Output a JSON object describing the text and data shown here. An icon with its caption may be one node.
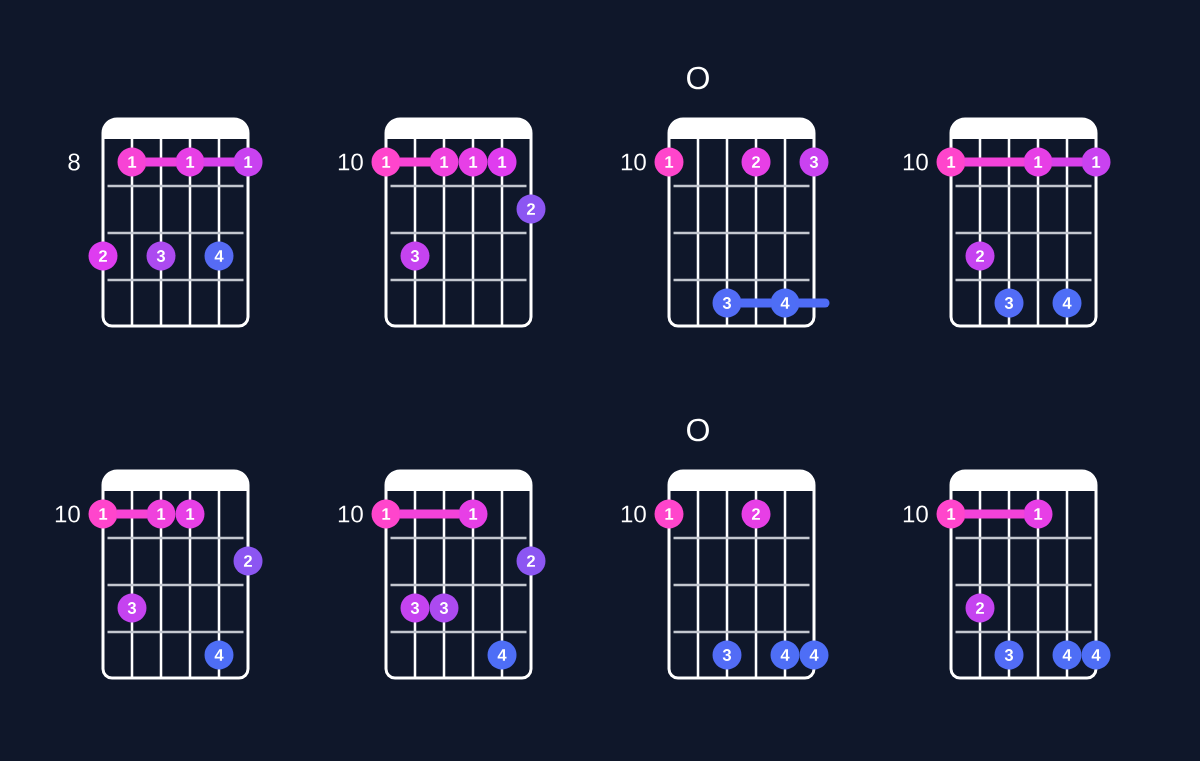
{
  "diagram": {
    "nodes": [
      {
        "text": [],
        "shape": "box"
      },
      {
        "text": [
          "1"
        ],
        "in": 0
      },
      {
        "text": [
          "1"
        ],
        "in": 0
      },
      {
        "text": [
          "1"
        ]
      },
      {
        "text": [
          "2"
        ]
      },
      {
        "text": [
          "3"
        ],
        "in": 0
      },
      {
        "text": [
          "4"
        ],
        "in": 0
      },
      {
        "text": [],
        "shape": "box"
      },
      {
        "text": [
          "1"
        ]
      },
      {
        "text": [
          "1"
        ],
        "in": 7
      },
      {
        "text": [
          "1"
        ],
        "in": 7
      },
      {
        "text": [
          "1"
        ],
        "in": 7
      },
      {
        "text": [
          "2"
        ]
      },
      {
        "text": [
          "3"
        ],
        "in": 7
      },
      {
        "text": [],
        "shape": "box",
        "beside": [
          "O"
        ]
      },
      {
        "text": [
          "1"
        ]
      },
      {
        "text": [
          "2"
        ],
        "in": 14
      },
      {
        "text": [
          "3"
        ]
      },
      {
        "text": [
          "3"
        ],
        "in": 14
      },
      {
        "text": [
          "4"
        ],
        "in": 14
      },
      {
        "text": [],
        "shape": "box"
      },
      {
        "text": [
          "1"
        ]
      },
      {
        "text": [
          "1"
        ],
        "in": 20
      },
      {
        "text": [
          "1"
        ]
      },
      {
        "text": [
          "2"
        ],
        "in": 20
      },
      {
        "text": [
          "3"
        ],
        "in": 20
      },
      {
        "text": [
          "4"
        ],
        "in": 20
      },
      {
        "text": [],
        "shape": "box"
      },
      {
        "text": [
          "1"
        ]
      },
      {
        "text": [
          "1"
        ],
        "in": 27
      },
      {
        "text": [
          "1"
        ],
        "in": 27
      },
      {
        "text": [
          "2"
        ]
      },
      {
        "text": [
          "3"
        ],
        "in": 27
      },
      {
        "text": [
          "4"
        ],
        "in": 27
      },
      {
        "text": [],
        "shape": "box"
      },
      {
        "text": [
          "1"
        ]
      },
      {
        "text": [
          "1"
        ],
        "in": 34
      },
      {
        "text": [
          "2"
        ]
      },
      {
        "text": [
          "3"
        ],
        "in": 34
      },
      {
        "text": [
          "3"
        ],
        "in": 34
      },
      {
        "text": [
          "4"
        ],
        "in": 34
      },
      {
        "text": [],
        "shape": "box",
        "beside": [
          "O"
        ]
      },
      {
        "text": [
          "1"
        ]
      },
      {
        "text": [
          "2"
        ],
        "in": 41
      },
      {
        "text": [
          "3"
        ],
        "in": 41
      },
      {
        "text": [
          "4"
        ],
        "in": 41
      },
      {
        "text": [
          "4"
        ]
      },
      {
        "text": [],
        "shape": "box"
      },
      {
        "text": [
          "1"
        ]
      },
      {
        "text": [
          "1"
        ],
        "in": 47
      },
      {
        "text": [
          "2"
        ],
        "in": 47
      },
      {
        "text": [
          "3"
        ],
        "in": 47
      },
      {
        "text": [
          "4"
        ],
        "in": 47
      },
      {
        "text": [
          "4"
        ]
      }
    ],
    "edges": [
      {
        "from": 1,
        "to": 2,
        "arrow": "none"
      },
      {
        "from": 2,
        "to": 3,
        "arrow": "none"
      },
      {
        "from": 8,
        "to": 9,
        "arrow": "none"
      },
      {
        "from": 18,
        "to": 19,
        "arrow": "none",
        "color": "#4f6cf6"
      },
      {
        "from": 19,
        "to": null,
        "arrow": "none",
        "color": "#4f6cf6"
      },
      {
        "from": 21,
        "to": 22,
        "arrow": "none"
      },
      {
        "from": 22,
        "to": 23,
        "arrow": "none"
      },
      {
        "from": 28,
        "to": 29,
        "arrow": "none"
      },
      {
        "from": 35,
        "to": 36,
        "arrow": "none"
      },
      {
        "from": 48,
        "to": 49,
        "arrow": "none"
      }
    ],
    "labels": [
      "8",
      "10",
      "10",
      "10",
      "10",
      "10",
      "10",
      "10"
    ]
  }
}
